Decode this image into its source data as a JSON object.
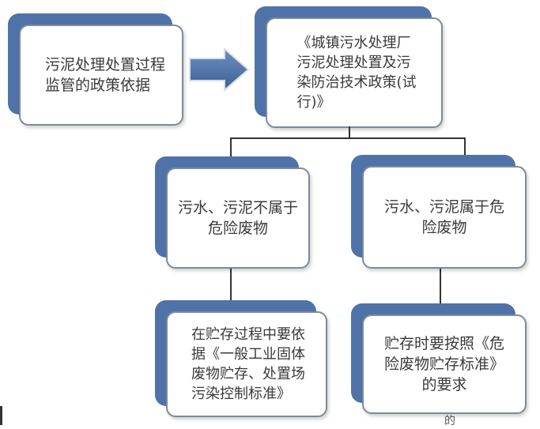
{
  "nodes": {
    "basis": "污泥处理处置过程\n监管的政策依据",
    "policy": "《城镇污水处理厂\n污泥处理处置及污\n染防治技术政策(试\n行)》",
    "non_hazardous": "污水、污泥不属于\n危险废物",
    "hazardous": "污水、污泥属于危\n险废物",
    "general_storage": "在贮存过程中要依\n据《一般工业固体\n废物贮存、处置场\n污染控制标准》",
    "hazard_storage": "贮存时要按照《危\n险废物贮存标准》\n的要求"
  },
  "trailing_text": "的",
  "colors": {
    "card_back": "#4f73a8",
    "card_border": "#7d8a99",
    "arrow": "#4f73a8",
    "connector": "#333333"
  }
}
